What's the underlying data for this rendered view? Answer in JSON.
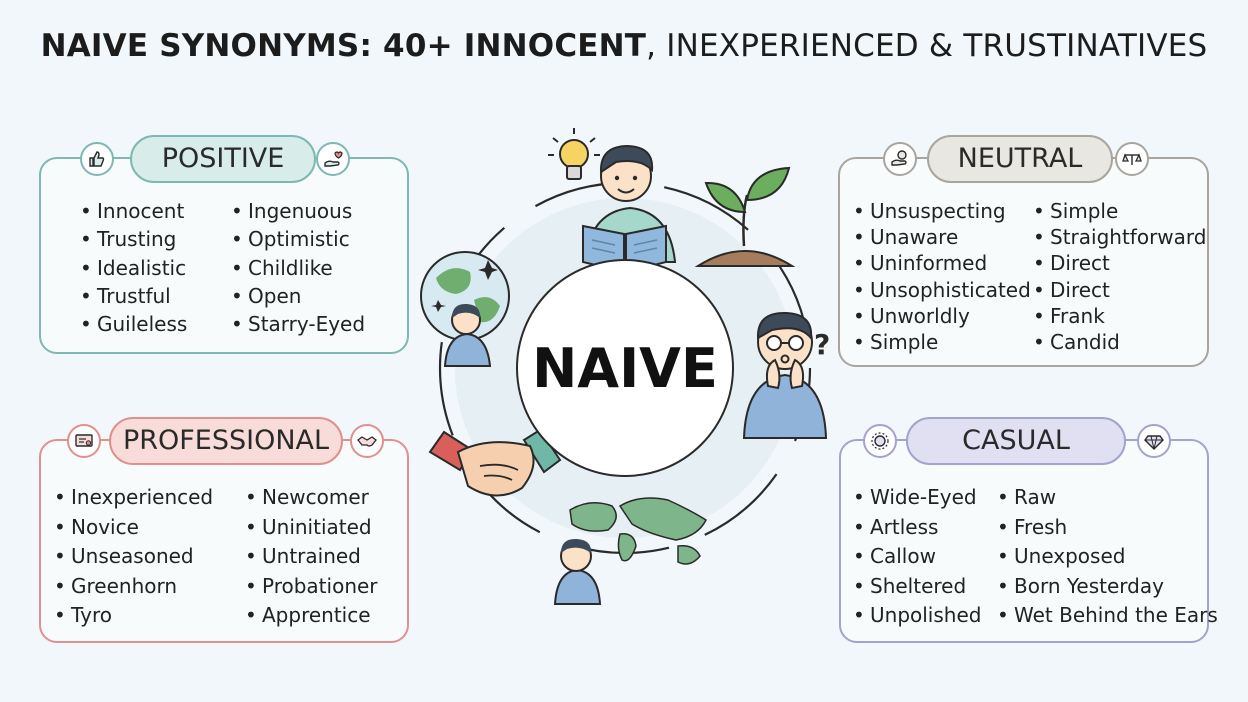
{
  "title": {
    "bold_part": "NAIVE SYNONYMS: 40+ INNOCENT",
    "regular_part": ", INEXPERIENCED & TRUSTINATIVES"
  },
  "center": {
    "label": "NAIVE"
  },
  "colors": {
    "positive": "#7fb7b3",
    "positive_fill": "#d8ecea",
    "neutral": "#a9a59e",
    "neutral_fill": "#e9e7e2",
    "professional": "#e0908d",
    "professional_fill": "#f7dcda",
    "casual": "#a4a2cf",
    "casual_fill": "#e1e0f3"
  },
  "panels": {
    "positive": {
      "heading": "POSITIVE",
      "icons": [
        "thumbs-up-icon",
        "hand-heart-icon"
      ],
      "col1": [
        "Innocent",
        "Trusting",
        "Idealistic",
        "Trustful",
        "Guileless"
      ],
      "col2": [
        "Ingenuous",
        "Optimistic",
        "Childlike",
        "Open",
        "Starry-Eyed"
      ]
    },
    "neutral": {
      "heading": "NEUTRAL",
      "icons": [
        "hand-coin-icon",
        "scale-icon"
      ],
      "col1": [
        "Unsuspecting",
        "Unaware",
        "Uninformed",
        "Unsophisticated",
        "Unworldly",
        "Simple"
      ],
      "col2": [
        "Simple",
        "Straightforward",
        "Direct",
        "Direct",
        "Frank",
        "Candid"
      ]
    },
    "professional": {
      "heading": "PROFESSIONAL",
      "icons": [
        "certificate-icon",
        "handshake-icon"
      ],
      "col1": [
        "Inexperienced",
        "Novice",
        "Unseasoned",
        "Greenhorn",
        "Tyro"
      ],
      "col2": [
        "Newcomer",
        "Uninitiated",
        "Untrained",
        "Probationer",
        "Apprentice"
      ]
    },
    "casual": {
      "heading": "CASUAL",
      "icons": [
        "sun-badge-icon",
        "gem-icon"
      ],
      "col1": [
        "Wide-Eyed",
        "Artless",
        "Callow",
        "Sheltered",
        "Unpolished"
      ],
      "col2": [
        "Raw",
        "Fresh",
        "Unexposed",
        "Born Yesterday",
        "Wet Behind the Ears"
      ]
    }
  }
}
